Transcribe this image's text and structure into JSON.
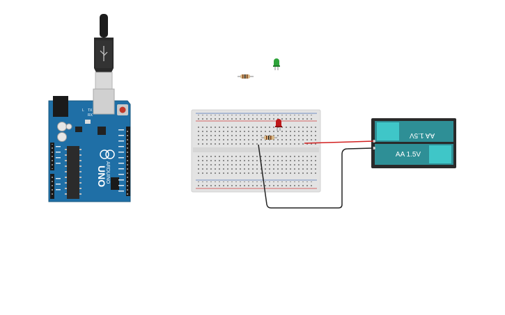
{
  "arduino": {
    "board_label": "UNO",
    "brand_label": "ARDUINO",
    "tx_label": "TX",
    "rx_label": "RX",
    "l_label": "L"
  },
  "battery": {
    "cell_top_label": "AA 1.5V",
    "cell_bottom_label": "AA 1.5V"
  },
  "colors": {
    "arduino_blue": "#1f6fa6",
    "breadboard": "#e3e3e3",
    "battery_teal": "#2e8f96",
    "battery_cap": "#3fc6c8",
    "wire_red": "#d21f1f",
    "wire_black": "#222222",
    "led_green": "#2ea33a",
    "led_red": "#c0181a"
  }
}
